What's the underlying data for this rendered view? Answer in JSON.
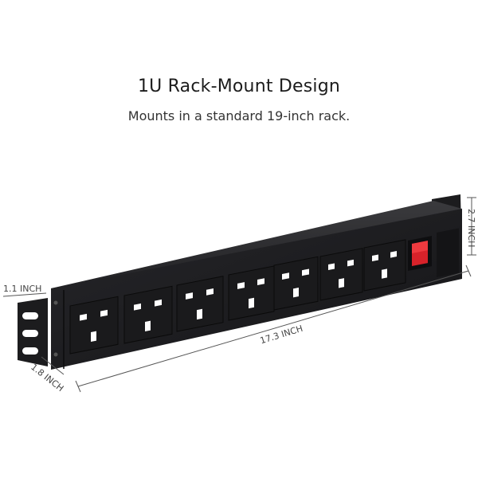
{
  "heading": {
    "title": "1U Rack-Mount Design",
    "subtitle": "Mounts in a standard 19-inch rack."
  },
  "dimensions": {
    "length": "17.3 INCH",
    "height": "2.7 INCH",
    "depth": "1.8 INCH",
    "face_height": "1.1 INCH"
  },
  "product": {
    "socket_count": 7,
    "socket_type": "UK 3-pin",
    "body_color": "#1f1f21",
    "switch_color": "#d8222a"
  }
}
